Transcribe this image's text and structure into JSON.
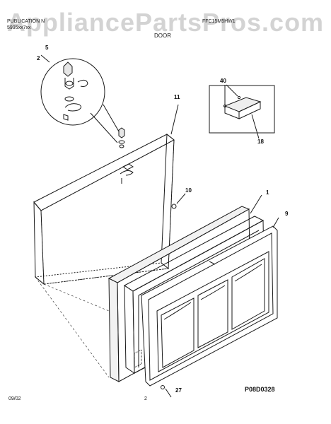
{
  "watermark": "AppliancePartsPros.com",
  "header": {
    "publication_label": "PUBLICATION N",
    "publication_value": "5995xx7xx",
    "model_label": "FFC15M5HW1",
    "section_title": "DOOR"
  },
  "callouts": {
    "c1": "1",
    "c2": "2",
    "c5": "5",
    "c9": "9",
    "c10": "10",
    "c11": "11",
    "c18": "18",
    "c27": "27",
    "c40": "40"
  },
  "footer": {
    "date": "09/02",
    "page_number": "2",
    "figure_code": "P08D0328"
  },
  "colors": {
    "line": "#1a1a1a",
    "watermark": "#969696",
    "panel_fill": "#f2f2f2"
  }
}
